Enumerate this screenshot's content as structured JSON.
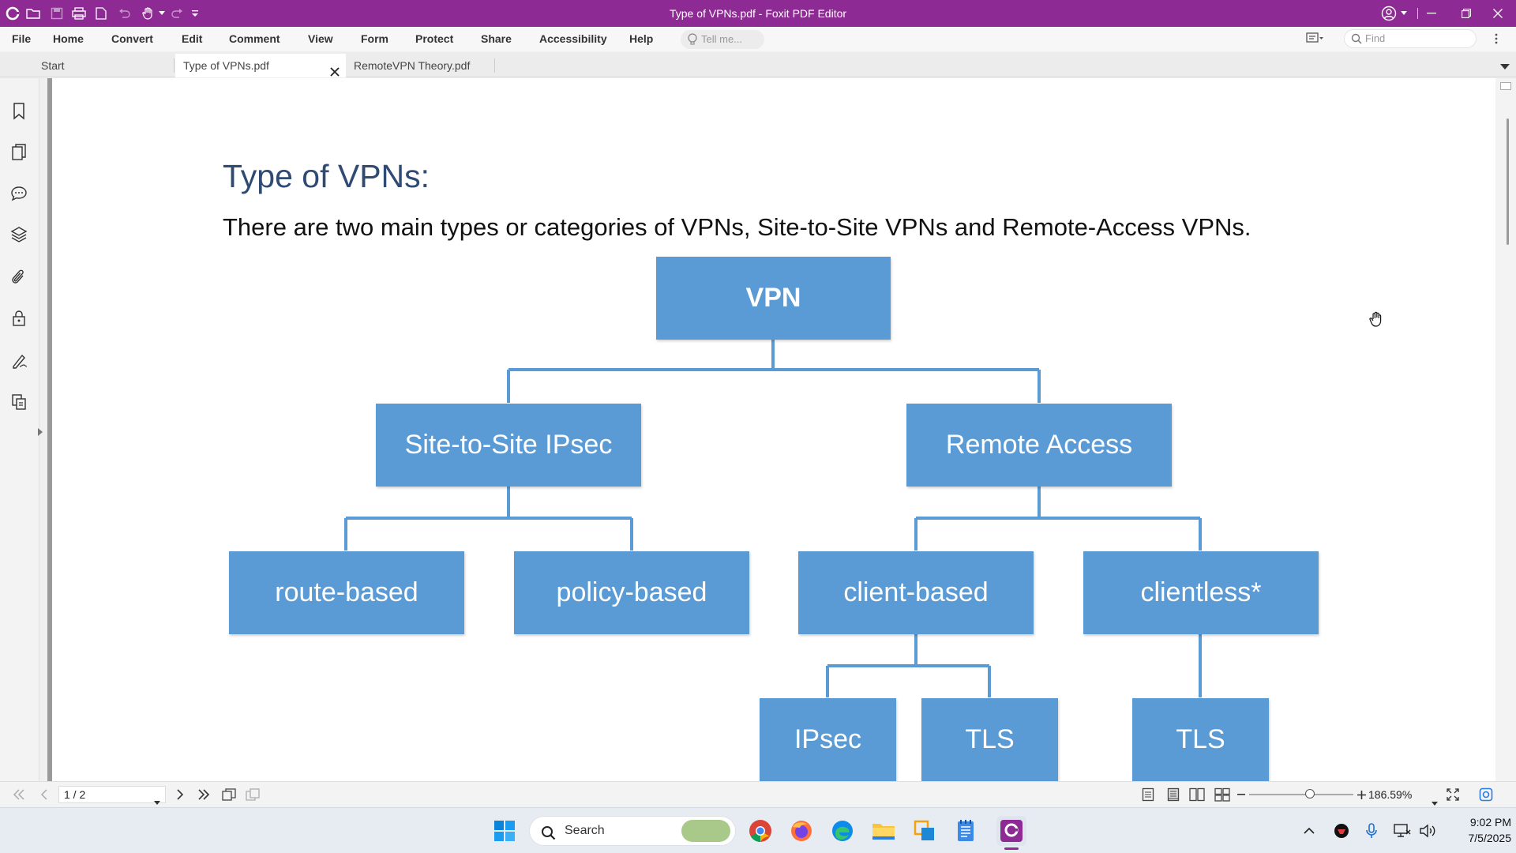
{
  "titlebar": {
    "title": "Type of VPNs.pdf - Foxit PDF Editor"
  },
  "menu": [
    "File",
    "Home",
    "Convert",
    "Edit",
    "Comment",
    "View",
    "Form",
    "Protect",
    "Share",
    "Accessibility",
    "Help"
  ],
  "tellme": {
    "placeholder": "Tell me..."
  },
  "find": {
    "placeholder": "Find"
  },
  "tabs": [
    "Start",
    "Type of VPNs.pdf",
    "RemoteVPN Theory.pdf"
  ],
  "document": {
    "heading": "Type of VPNs:",
    "intro": "There are two main types or categories of VPNs, Site-to-Site VPNs and Remote-Access VPNs.",
    "nodes": {
      "root": "VPN",
      "site_to_site": "Site-to-Site IPsec",
      "remote_access": "Remote Access",
      "route_based": "route-based",
      "policy_based": "policy-based",
      "client_based": "client-based",
      "clientless": "clientless*",
      "ipsec": "IPsec",
      "tls_client": "TLS",
      "tls_clientless": "TLS"
    }
  },
  "statusbar": {
    "page": "1 / 2",
    "zoom": "186.59%",
    "zoom_fraction": 0.58
  },
  "taskbar": {
    "search_label": "Search",
    "time": "9:02 PM",
    "date": "7/5/2025"
  },
  "colors": {
    "brand": "#8e2a93",
    "node": "#5b9bd5",
    "heading": "#2f4a73"
  }
}
